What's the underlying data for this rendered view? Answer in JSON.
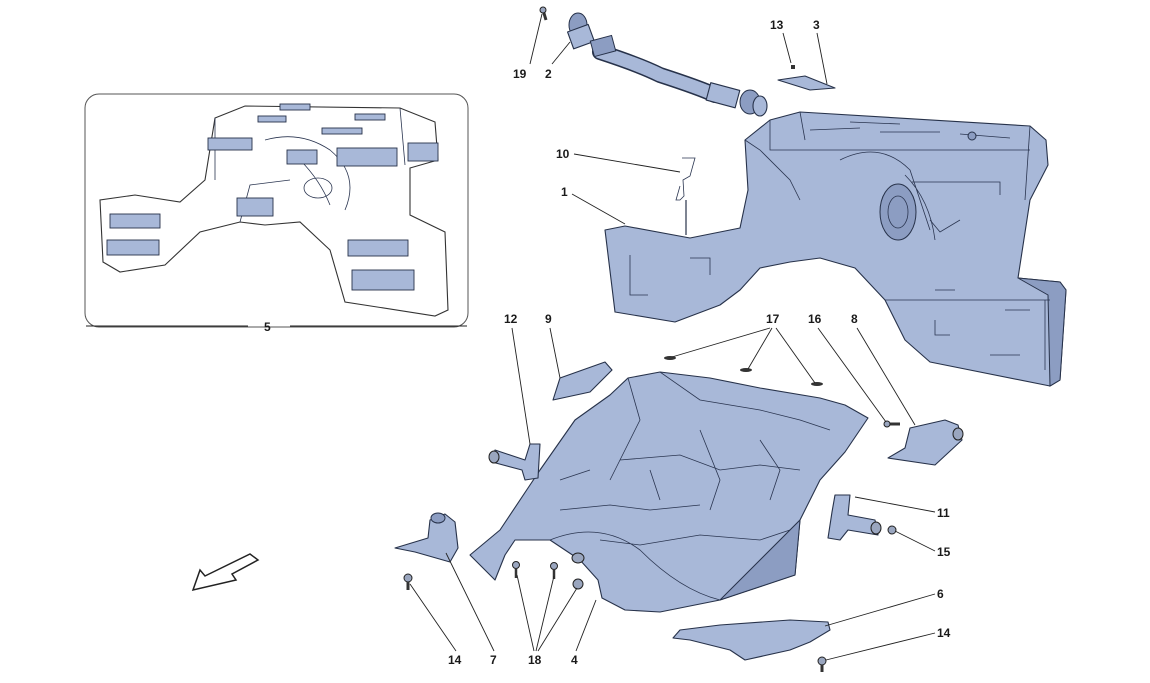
{
  "diagram": {
    "callouts": [
      "19",
      "2",
      "13",
      "3",
      "10",
      "1",
      "5",
      "12",
      "9",
      "17",
      "16",
      "8",
      "11",
      "15",
      "6",
      "14",
      "7",
      "18",
      "4",
      "14"
    ]
  },
  "colors": {
    "part_fill": "#a8b8d8",
    "outline": "#27324a",
    "inset_border": "#555555"
  }
}
